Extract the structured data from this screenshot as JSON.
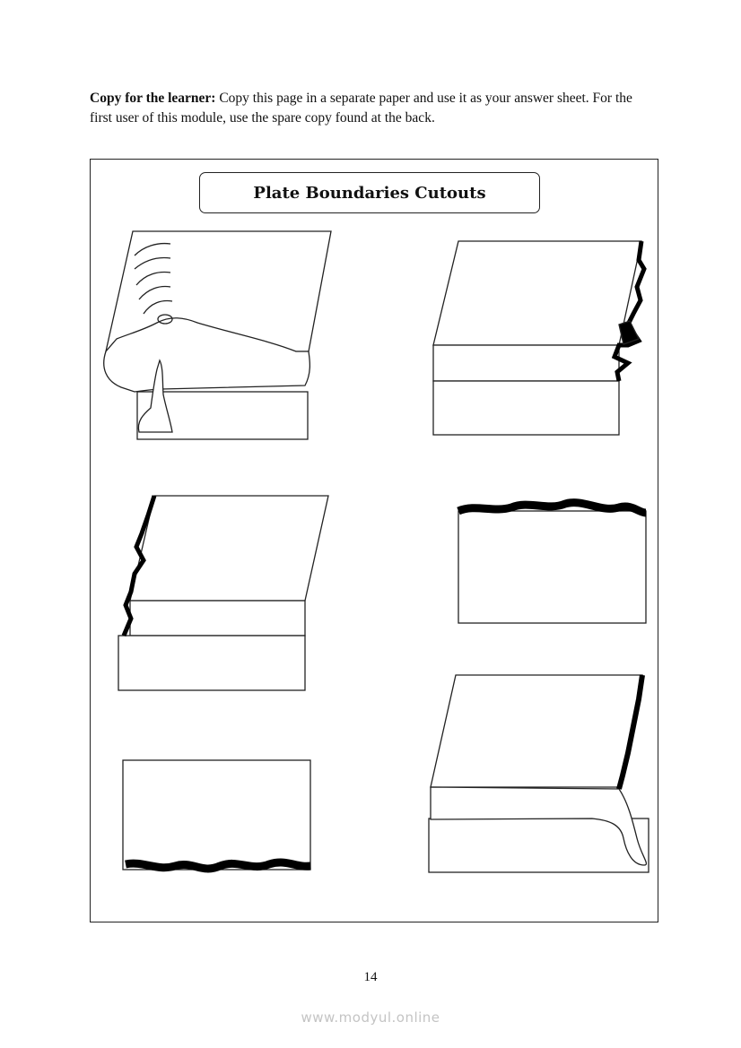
{
  "intro": {
    "label": "Copy for the learner:",
    "text": " Copy this page  in a separate paper and use it as your answer sheet.  For the first user of this module, use the spare copy found at the back."
  },
  "title": "Plate Boundaries Cutouts",
  "page_number": "14",
  "watermark": "www.modyul.online"
}
